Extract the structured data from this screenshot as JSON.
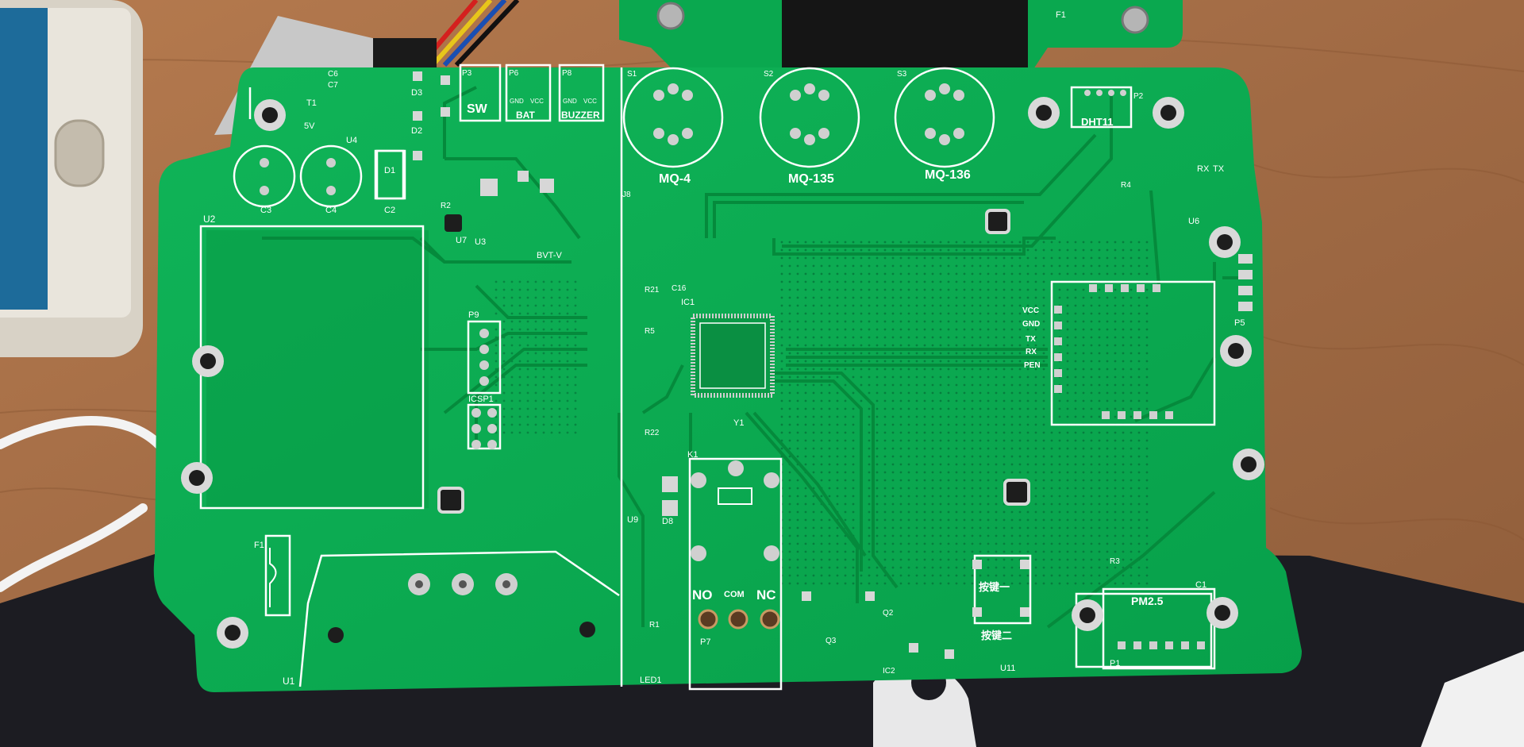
{
  "colors": {
    "desk": "#a56f48",
    "desk_grain": "#8c5a37",
    "board": "#0aa84f",
    "board_dark": "#078a3f",
    "trace": "#079240",
    "silkscreen": "#ffffff",
    "pad": "#c9c9c9",
    "mat": "#1c1c22",
    "phone_frame": "#d8d2c6",
    "phone_screen": "#1d6b9a"
  },
  "board": {
    "gas_sensors": [
      {
        "ref": "S1",
        "label": "MQ-4"
      },
      {
        "ref": "S2",
        "label": "MQ-135"
      },
      {
        "ref": "S3",
        "label": "MQ-136"
      }
    ],
    "connectors": {
      "p3": "P3",
      "sw": "SW",
      "p6": "P6",
      "bat": "BAT",
      "gnd": "GND",
      "vcc": "VCC",
      "p8": "P8",
      "buzzer": "BUZZER",
      "gnd2": "GND",
      "vcc2": "VCC",
      "p2": "P2",
      "dht11": "DHT11",
      "p5": "P5",
      "p7": "P7",
      "p9": "P9",
      "icsp1": "ICSP1",
      "p1": "P1"
    },
    "relay": {
      "ref": "K1",
      "no": "NO",
      "com": "COM",
      "nc": "NC"
    },
    "pm25": {
      "label": "PM2.5"
    },
    "module_pins": [
      "VCC",
      "GND",
      "TX",
      "RX",
      "PEN"
    ],
    "buttons": [
      "按键一",
      "按键二"
    ],
    "uart": {
      "rx": "RX",
      "tx": "TX"
    },
    "power": {
      "t1": "T1",
      "v5": "5V",
      "bvt": "BVT-V"
    },
    "refs": {
      "u1": "U1",
      "u2": "U2",
      "u3": "U3",
      "u4": "U4",
      "u6": "U6",
      "u7": "U7",
      "u9": "U9",
      "u11": "U11",
      "ic1": "IC1",
      "ic2": "IC2",
      "y1": "Y1",
      "led1": "LED1",
      "f1": "F1",
      "f1_top": "F1",
      "d1": "D1",
      "d2": "D2",
      "d3": "D3",
      "d8": "D8",
      "c1": "C1",
      "c2": "C2",
      "c3": "C3",
      "c4": "C4",
      "c6": "C6",
      "c7": "C7",
      "c16": "C16",
      "q2": "Q2",
      "q3": "Q3",
      "j8": "J8",
      "r1": "R1",
      "r2": "R2",
      "r3": "R3",
      "r4": "R4",
      "r5": "R5",
      "r21": "R21",
      "r22": "R22"
    }
  }
}
